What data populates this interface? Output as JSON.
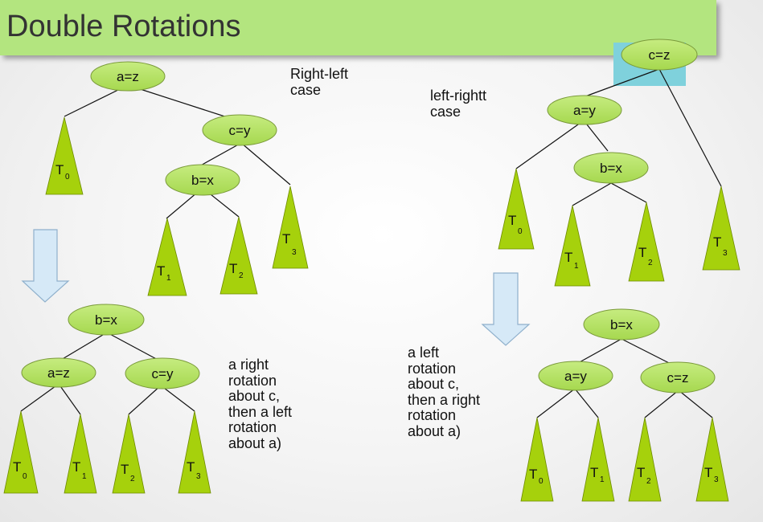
{
  "slide": {
    "title": "Double Rotations"
  },
  "captions": {
    "right_left_case": [
      "Right-left",
      "case"
    ],
    "left_right_case": [
      "left-rightt",
      "case"
    ],
    "rl_explanation": [
      "a right",
      "rotation",
      "about c,",
      "then a left",
      "rotation",
      "about a)"
    ],
    "lr_explanation": [
      "a left",
      "rotation",
      "about c,",
      "then a right",
      "rotation",
      "about a)"
    ]
  },
  "diagrams": {
    "right_left_before": {
      "nodes": [
        "a=z",
        "c=y",
        "b=x"
      ],
      "subtrees": [
        {
          "letter": "T",
          "sub": "0"
        },
        {
          "letter": "T",
          "sub": "1"
        },
        {
          "letter": "T",
          "sub": "2"
        },
        {
          "letter": "T",
          "sub": "3"
        }
      ]
    },
    "right_left_after": {
      "nodes": [
        "b=x",
        "a=z",
        "c=y"
      ],
      "subtrees": [
        {
          "letter": "T",
          "sub": "0"
        },
        {
          "letter": "T",
          "sub": "1"
        },
        {
          "letter": "T",
          "sub": "2"
        },
        {
          "letter": "T",
          "sub": "3"
        }
      ]
    },
    "left_right_before": {
      "nodes": [
        "c=z",
        "a=y",
        "b=x"
      ],
      "subtrees": [
        {
          "letter": "T",
          "sub": "0"
        },
        {
          "letter": "T",
          "sub": "1"
        },
        {
          "letter": "T",
          "sub": "2"
        },
        {
          "letter": "T",
          "sub": "3"
        }
      ]
    },
    "left_right_after": {
      "nodes": [
        "b=x",
        "a=y",
        "c=z"
      ],
      "subtrees": [
        {
          "letter": "T",
          "sub": "0"
        },
        {
          "letter": "T",
          "sub": "1"
        },
        {
          "letter": "T",
          "sub": "2"
        },
        {
          "letter": "T",
          "sub": "3"
        }
      ]
    }
  },
  "colors": {
    "title_bar": "#b3e57f",
    "node_fill": "#b5e46a",
    "subtree_fill": "#a6d10c",
    "arrow_fill": "#d6e9f7",
    "arrow_stroke": "#8fb0cc",
    "highlight_box": "#7fd1dc"
  },
  "icons": {
    "transition_arrow": "down-arrow-icon"
  }
}
